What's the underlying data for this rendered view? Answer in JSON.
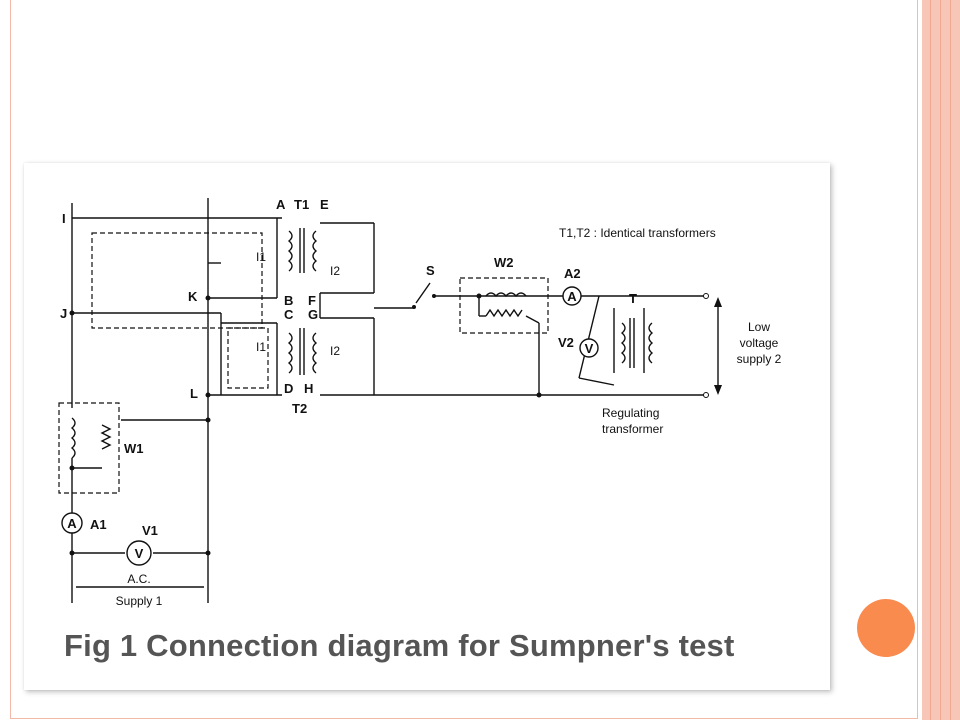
{
  "slide": {
    "colors": {
      "frame": "#f3b9a8",
      "accent_dot": "#f98b4f",
      "deco_bar": "#f7c6b6"
    }
  },
  "figure": {
    "caption": "Fig 1  Connection diagram for Sumpner's test",
    "note": "T1,T2 : Identical transformers",
    "nodes": [
      "I",
      "J",
      "K",
      "L"
    ],
    "terminals_t1": [
      "A",
      "B",
      "E",
      "F"
    ],
    "terminals_t2": [
      "C",
      "D",
      "G",
      "H"
    ],
    "transformer_t1": "T1",
    "transformer_t2": "T2",
    "currents": [
      "I1",
      "I2",
      "I1",
      "I2"
    ],
    "switch": "S",
    "wattmeter_1": "W1",
    "wattmeter_2": "W2",
    "ammeter_1": "A1",
    "ammeter_2": "A2",
    "voltmeter_1": "V1",
    "voltmeter_2": "V2",
    "meter_a_symbol": "A",
    "meter_v_symbol": "V",
    "regulating_transformer_label": "T",
    "regulating_transformer_name": [
      "Regulating",
      "transformer"
    ],
    "supply_1": [
      "A.C.",
      "Supply 1"
    ],
    "supply_2": [
      "Low",
      "voltage",
      "supply 2"
    ]
  }
}
